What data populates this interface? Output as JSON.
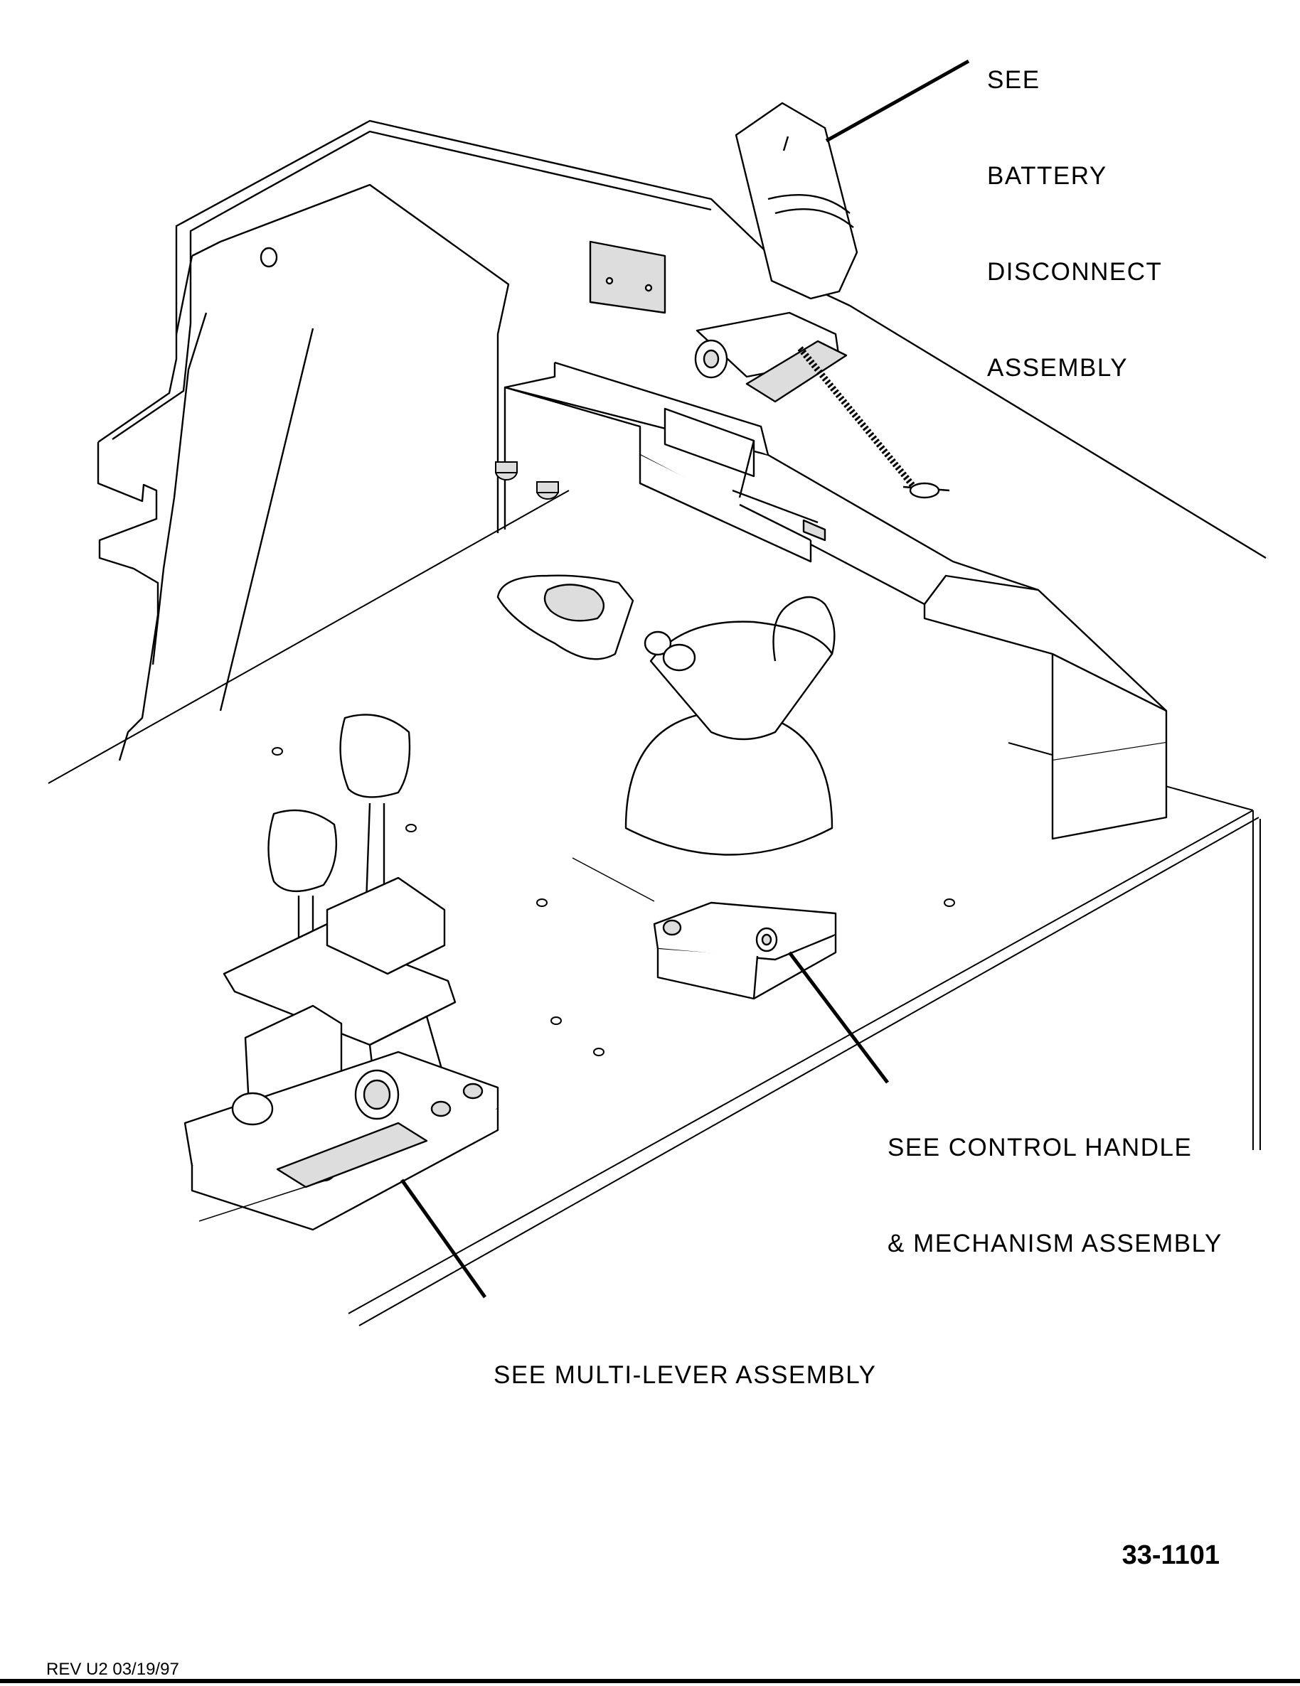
{
  "callouts": {
    "battery": [
      "SEE",
      "BATTERY",
      "DISCONNECT",
      "ASSEMBLY"
    ],
    "control_handle": [
      "SEE CONTROL HANDLE",
      "& MECHANISM ASSEMBLY"
    ],
    "multi_lever": [
      "SEE MULTI-LEVER ASSEMBLY"
    ]
  },
  "drawing_number": "33-1101",
  "revision": "REV U2 03/19/97"
}
